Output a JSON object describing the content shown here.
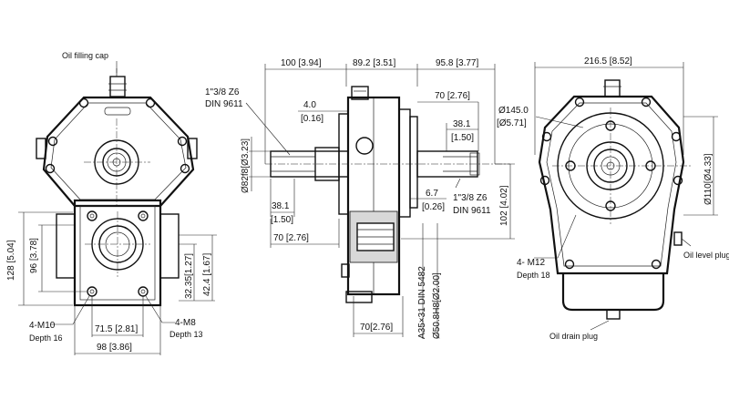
{
  "labels": {
    "oil_filling_cap": "Oil filling cap",
    "oil_level_plug": "Oil level plug",
    "oil_drain_plug": "Oil drain plug"
  },
  "front_view": {
    "dim_128": "128 [5.04]",
    "dim_96": "96 [3.78]",
    "dim_32_35": "32.35[1.27]",
    "dim_42_4": "42.4 [1.67]",
    "dim_71_5": "71.5 [2.81]",
    "dim_98": "98 [3.86]",
    "m10": "4-M10",
    "m10_depth": "Depth 16",
    "m8": "4-M8",
    "m8_depth": "Depth 13"
  },
  "side_view": {
    "dim_100": "100 [3.94]",
    "dim_89_2": "89.2 [3.51]",
    "dim_95_8": "95.8 [3.77]",
    "spline_in_line1": "1\"3/8 Z6",
    "spline_in_line2": "DIN 9611",
    "dim_4_0": "4.0",
    "dim_4_0_in": "[0.16]",
    "dim_70_top": "70 [2.76]",
    "dim_38_1_right": "38.1",
    "dim_38_1_right_in": "[1.50]",
    "dim_82": "Ø82f8[Ø3.23]",
    "dim_38_1_left": "38.1",
    "dim_38_1_left_in": "[1.50]",
    "dim_6_7": "6.7",
    "dim_6_7_in": "[0.26]",
    "spline_out_line1": "1\"3/8 Z6",
    "spline_out_line2": "DIN 9611",
    "dim_102": "102 [4.02]",
    "dim_70_left": "70 [2.76]",
    "dim_a35": "A35×31 DIN 5482",
    "dim_50_8": "Ø50.8H8[Ø2.00]",
    "dim_70_bottom": "70[2.76]"
  },
  "rear_view": {
    "dim_216_5": "216.5 [8.52]",
    "dim_145": "Ø145.0",
    "dim_145_in": "[Ø5.71]",
    "dim_110": "Ø110[Ø4.33]",
    "m12": "4- M12",
    "m12_depth": "Depth 18"
  }
}
